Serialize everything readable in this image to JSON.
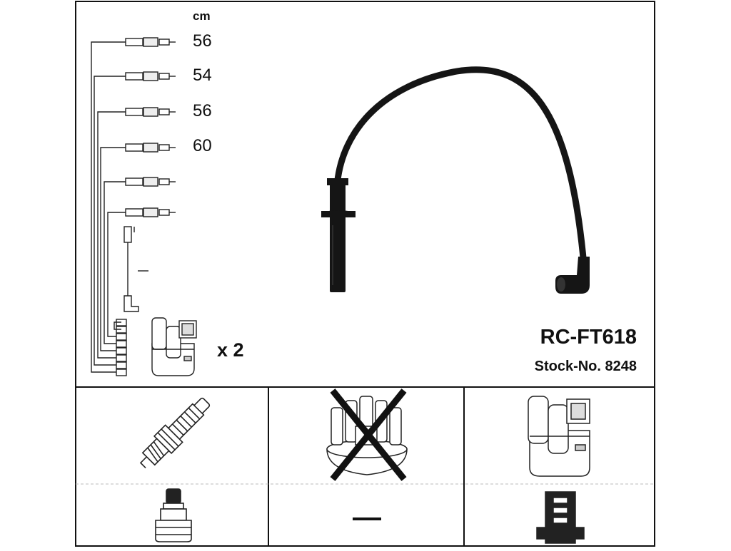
{
  "header": {
    "unit_label": "cm"
  },
  "leads": [
    {
      "length": "56"
    },
    {
      "length": "54"
    },
    {
      "length": "56"
    },
    {
      "length": "60"
    },
    {
      "length": ""
    },
    {
      "length": ""
    }
  ],
  "product": {
    "code": "RC-FT618",
    "stock_label": "Stock-No. 8248",
    "coil_quantity": "x 2"
  },
  "icons": {
    "lead_set": "ignition-lead-set-icon",
    "ignition_coil": "ignition-coil-icon",
    "spark_plug": "spark-plug-icon",
    "distributor_cap": "distributor-cap-icon",
    "plug_connector": "plug-boot-connector-icon",
    "coil_connector": "coil-connector-icon"
  },
  "applicability": {
    "distributor_cap": "not-applicable"
  }
}
